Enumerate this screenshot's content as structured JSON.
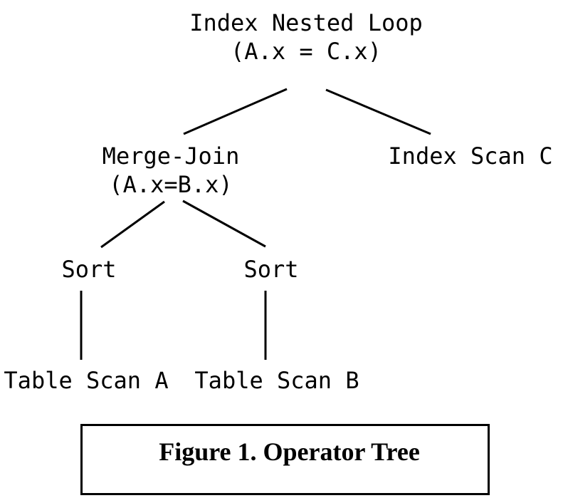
{
  "figure": {
    "background_color": "#ffffff",
    "text_color": "#000000",
    "line_color": "#000000",
    "caption": "Figure 1. Operator Tree"
  },
  "tree": {
    "nodes": [
      {
        "id": "index-nested-loop",
        "label": "Index Nested Loop",
        "sublabel": "(A.x = C.x)"
      },
      {
        "id": "merge-join",
        "label": "Merge-Join",
        "sublabel": "(A.x=B.x)"
      },
      {
        "id": "index-scan-c",
        "label": "Index Scan C"
      },
      {
        "id": "sort-a",
        "label": "Sort"
      },
      {
        "id": "sort-b",
        "label": "Sort"
      },
      {
        "id": "table-scan-a",
        "label": "Table Scan A"
      },
      {
        "id": "table-scan-b",
        "label": "Table Scan B"
      }
    ],
    "edges": [
      {
        "from": "index-nested-loop",
        "to": "merge-join"
      },
      {
        "from": "index-nested-loop",
        "to": "index-scan-c"
      },
      {
        "from": "merge-join",
        "to": "sort-a"
      },
      {
        "from": "merge-join",
        "to": "sort-b"
      },
      {
        "from": "sort-a",
        "to": "table-scan-a"
      },
      {
        "from": "sort-b",
        "to": "table-scan-b"
      }
    ]
  }
}
